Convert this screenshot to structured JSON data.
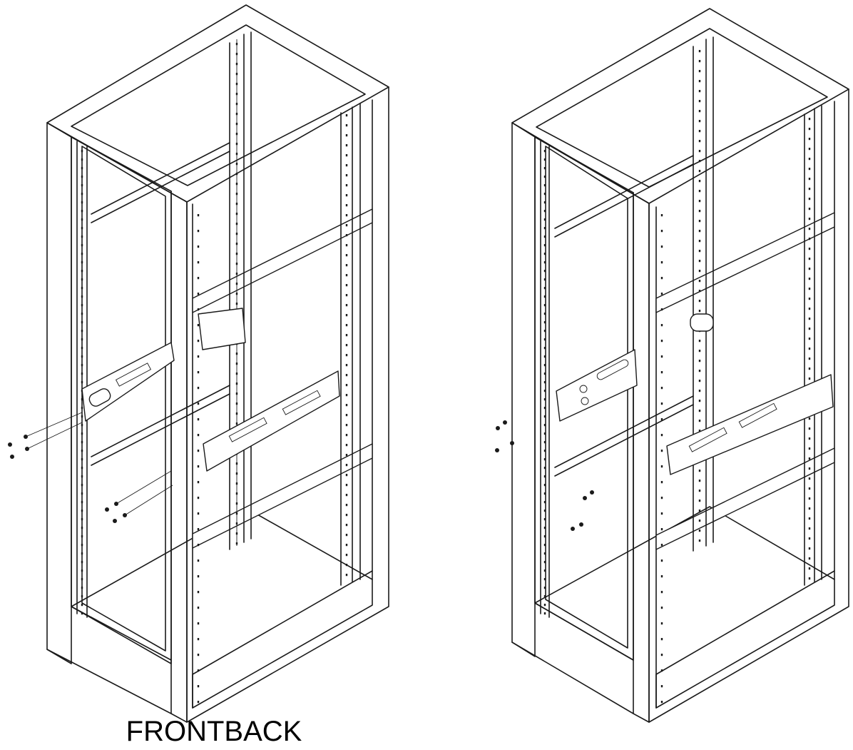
{
  "caption": "FRONTBACK",
  "colors": {
    "line": "#1a1a1a",
    "background": "#ffffff",
    "text": "#000000"
  },
  "views": [
    {
      "id": "front",
      "rail_bracket_orientation": "outer-left"
    },
    {
      "id": "back",
      "rail_bracket_orientation": "outer-left"
    }
  ]
}
